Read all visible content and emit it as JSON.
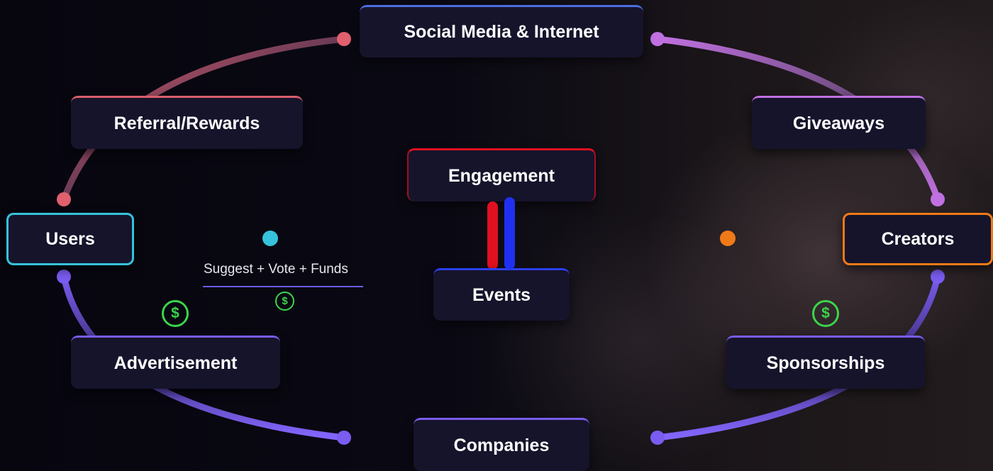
{
  "nodes": {
    "social": "Social Media & Internet",
    "referral": "Referral/Rewards",
    "giveaways": "Giveaways",
    "engagement": "Engagement",
    "users": "Users",
    "creators": "Creators",
    "events": "Events",
    "advertisement": "Advertisement",
    "sponsorships": "Sponsorships",
    "companies": "Companies"
  },
  "caption": "Suggest + Vote + Funds",
  "currency_symbol": "$",
  "colors": {
    "background": "#07060f",
    "box": "#16142b",
    "coral": "#e0606e",
    "violet": "#c070e0",
    "purple": "#7a5cf0",
    "cyan": "#36c2dc",
    "red": "#e01020",
    "blue": "#2030f0",
    "orange": "#f07a18",
    "green": "#3ad64a"
  }
}
